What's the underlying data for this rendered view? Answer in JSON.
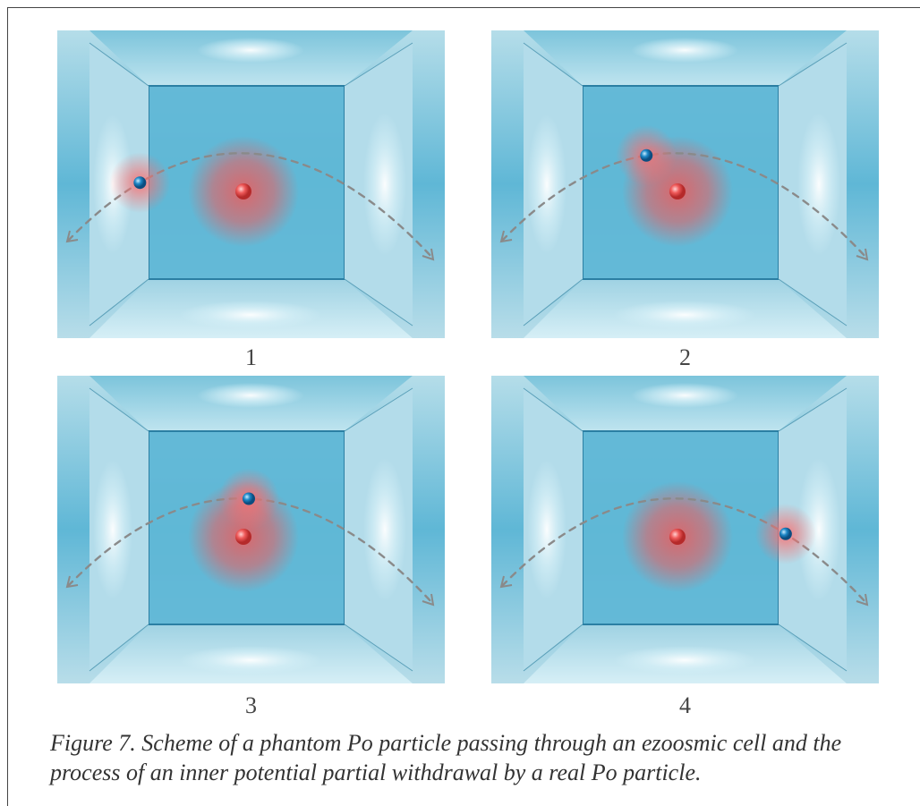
{
  "figure": {
    "caption": "Figure 7. Scheme of a phantom Po particle passing through an ezoosmic cell and the process of an inner potential partial withdrawal by a real Po particle.",
    "panels": [
      {
        "label": "1",
        "blue_particle": {
          "t": 0.2
        }
      },
      {
        "label": "2",
        "blue_particle": {
          "t": 0.4
        }
      },
      {
        "label": "3",
        "blue_particle": {
          "t": 0.5
        }
      },
      {
        "label": "4",
        "blue_particle": {
          "t": 0.78
        }
      }
    ],
    "colors": {
      "wall": "#5fb7d6",
      "wall_light": "#d8f1f8",
      "real_particle": "#ef5a5a",
      "phantom_particle": "#1e88c7",
      "trajectory": "#8a8a8a"
    }
  }
}
